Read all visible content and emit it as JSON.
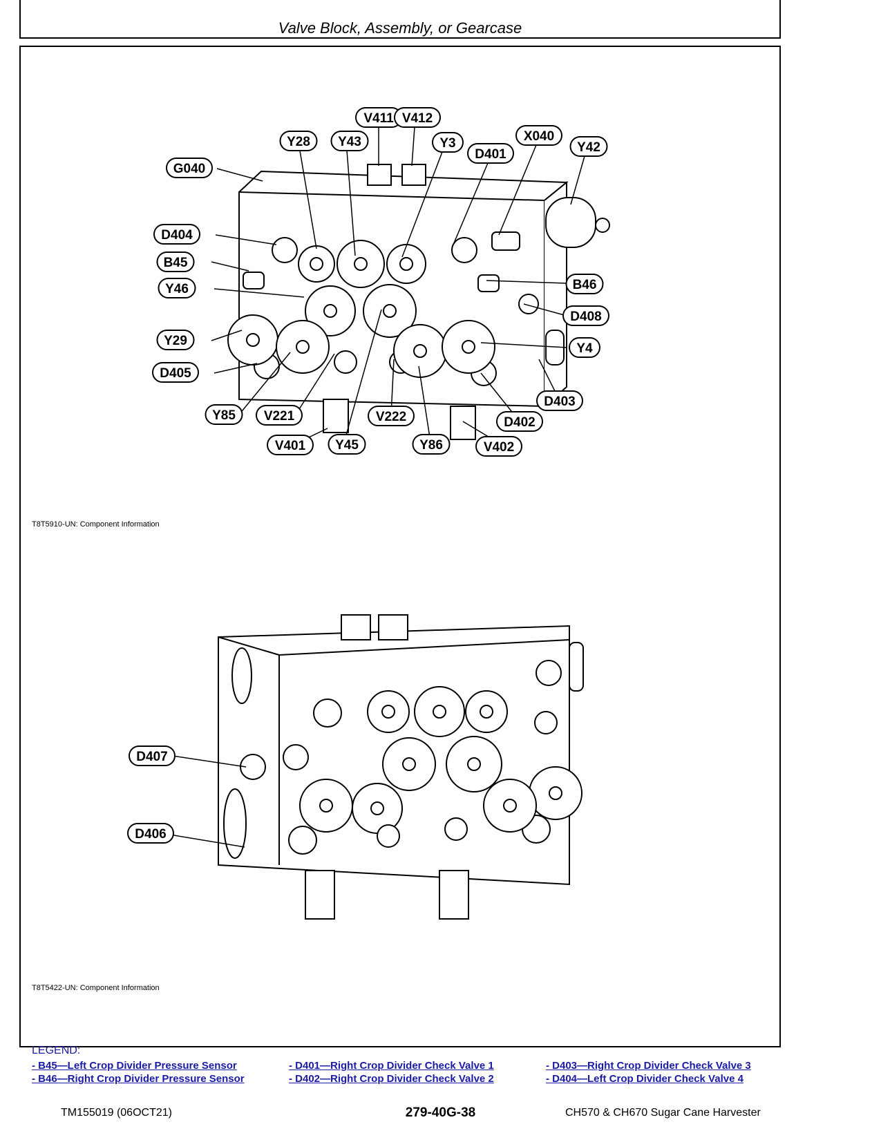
{
  "header": {
    "title": "Valve Block, Assembly, or Gearcase"
  },
  "figure1": {
    "caption": "T8T5910-UN: Component Information",
    "callouts": [
      "V411",
      "V412",
      "Y28",
      "Y43",
      "Y3",
      "D401",
      "X040",
      "Y42",
      "G040",
      "D404",
      "B45",
      "Y46",
      "B46",
      "D408",
      "Y29",
      "Y4",
      "D405",
      "D403",
      "Y85",
      "V221",
      "V222",
      "D402",
      "V401",
      "Y45",
      "Y86",
      "V402"
    ]
  },
  "figure2": {
    "caption": "T8T5422-UN: Component Information",
    "callouts": [
      "D407",
      "D406"
    ]
  },
  "legend": {
    "title": "LEGEND:",
    "items": [
      "- B45—Left Crop Divider Pressure Sensor",
      "- B46—Right Crop Divider Pressure Sensor",
      "- D401—Right Crop Divider Check Valve 1",
      "- D402—Right Crop Divider Check Valve 2",
      "- D403—Right Crop Divider Check Valve 3",
      "- D404—Left Crop Divider Check Valve 4"
    ]
  },
  "footer": {
    "left": "TM155019 (06OCT21)",
    "center": "279-40G-38",
    "right": "CH570 & CH670 Sugar Cane Harvester"
  }
}
